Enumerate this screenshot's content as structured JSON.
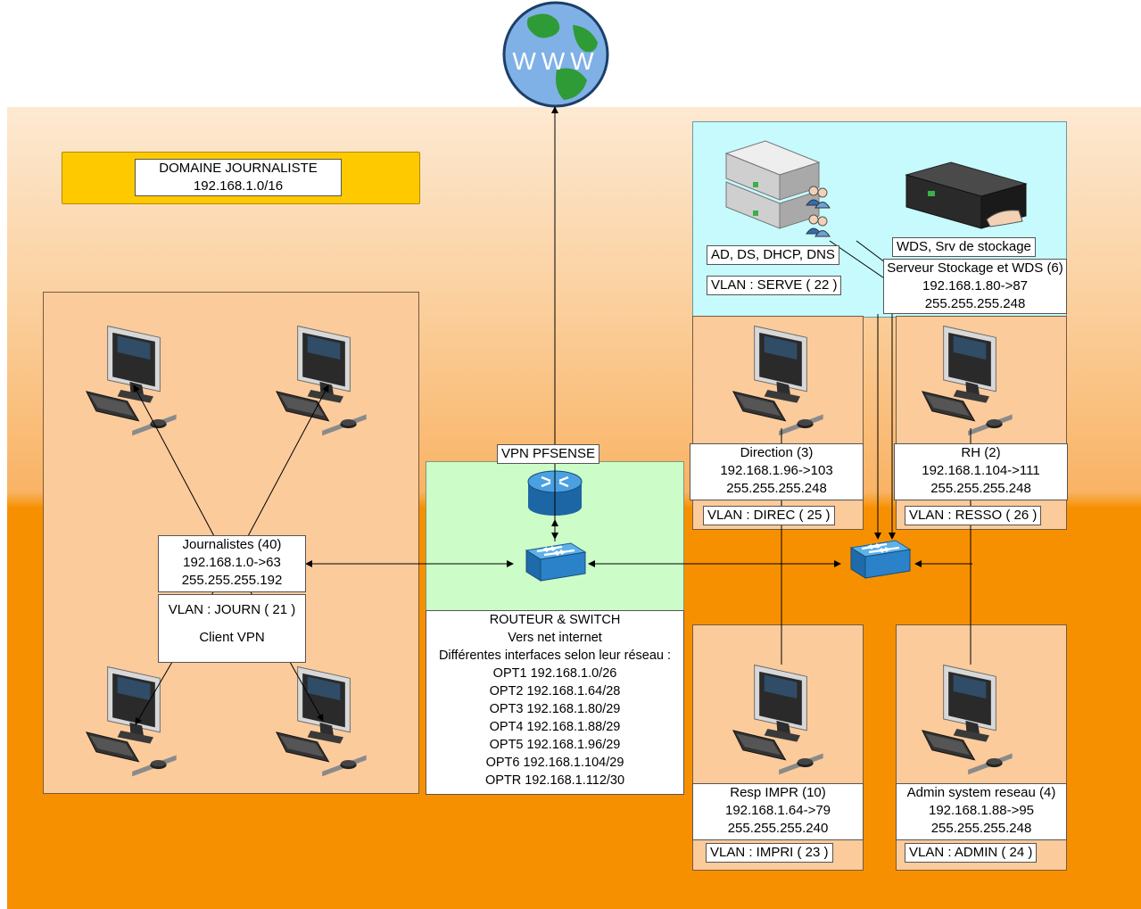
{
  "globe": {
    "text": "WWW"
  },
  "domain": {
    "title": "DOMAINE JOURNALISTE",
    "subnet": "192.168.1.0/16"
  },
  "servers": {
    "ad_label": "AD, DS, DHCP, DNS",
    "ad_vlan": "VLAN : SERVE ( 22 )",
    "wds_label": "WDS, Srv de stockage",
    "wds_info": [
      "Serveur Stockage et WDS (6)",
      "192.168.1.80->87",
      "255.255.255.248"
    ]
  },
  "journalistes": {
    "info": [
      "Journalistes (40)",
      "192.168.1.0->63",
      "255.255.255.192"
    ],
    "vlan": "VLAN : JOURN ( 21 )",
    "client": "Client VPN"
  },
  "vpn": {
    "label": "VPN PFSENSE"
  },
  "router": {
    "lines": [
      "ROUTEUR & SWITCH",
      "Vers net internet",
      "Différentes interfaces selon leur réseau :",
      "OPT1 192.168.1.0/26",
      "OPT2 192.168.1.64/28",
      "OPT3 192.168.1.80/29",
      "OPT4 192.168.1.88/29",
      "OPT5 192.168.1.96/29",
      "OPT6 192.168.1.104/29",
      "OPTR 192.168.1.112/30"
    ]
  },
  "direction": {
    "info": [
      "Direction (3)",
      "192.168.1.96->103",
      "255.255.255.248"
    ],
    "vlan": "VLAN : DIREC ( 25 )"
  },
  "rh": {
    "info": [
      "RH (2)",
      "192.168.1.104->111",
      "255.255.255.248"
    ],
    "vlan": "VLAN : RESSO ( 26 )"
  },
  "impr": {
    "info": [
      "Resp IMPR (10)",
      "192.168.1.64->79",
      "255.255.255.240"
    ],
    "vlan": "VLAN : IMPRI ( 23 )"
  },
  "admin": {
    "info": [
      "Admin system reseau (4)",
      "192.168.1.88->95",
      "255.255.255.248"
    ],
    "vlan": "VLAN : ADMIN ( 24 )"
  },
  "colors": {
    "servers_zone": "#c6fafd",
    "vpn_zone": "#ccfcc8",
    "domain_banner": "#ffc900",
    "orange": "#f79000"
  }
}
